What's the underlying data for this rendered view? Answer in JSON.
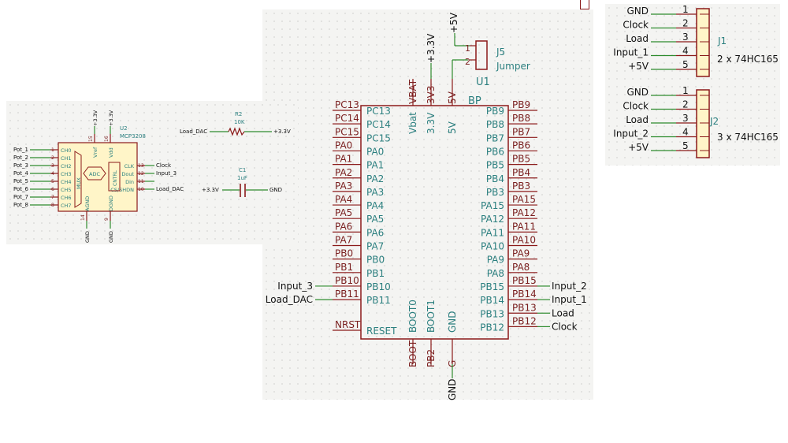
{
  "colors": {
    "wire": "#2e8b2e",
    "pin": "#8b1a1a",
    "pin_text": "#7a1f1f",
    "pin_label": "#2b7f7f",
    "symbol_body_fill": "#fff5c8",
    "net_text": "#111111",
    "sheet_bg": "#f4f4f2"
  },
  "u1": {
    "ref": "U1",
    "value": "BP",
    "top_pins": [
      {
        "name": "VBAT",
        "label": "Vbat"
      },
      {
        "name": "3V3",
        "label": "3.3V"
      },
      {
        "name": "5V",
        "label": "5V"
      }
    ],
    "top_nets": {
      "v33": "+3.3V",
      "v5": "+5V"
    },
    "left_pins": [
      "PC13",
      "PC14",
      "PC15",
      "PA0",
      "PA1",
      "PA2",
      "PA3",
      "PA4",
      "PA5",
      "PA6",
      "PA7",
      "PB0",
      "PB1",
      "PB10",
      "PB11"
    ],
    "nrst": {
      "name": "NRST",
      "label": "RESET"
    },
    "right_pins": [
      "PB9",
      "PB8",
      "PB7",
      "PB6",
      "PB5",
      "PB4",
      "PB3",
      "PA15",
      "PA12",
      "PA11",
      "PA10",
      "PA9",
      "PA8",
      "PB15",
      "PB14",
      "PB13",
      "PB12"
    ],
    "bottom_pins": [
      {
        "name": "BOOT",
        "label": "BOOT0"
      },
      {
        "name": "PB2",
        "label": "BOOT1"
      },
      {
        "name": "G",
        "label": "GND"
      }
    ],
    "gnd_net": "GND",
    "left_nets": {
      "PB10": "Input_3",
      "PB11": "Load_DAC"
    },
    "right_nets": {
      "PB15": "Input_2",
      "PB14": "Input_1",
      "PB13": "Load",
      "PB12": "Clock"
    }
  },
  "j5": {
    "ref": "J5",
    "value": "Jumper",
    "pins": [
      "1",
      "2"
    ]
  },
  "j1": {
    "ref": "J1",
    "value": "2 x 74HC165",
    "pins": [
      "1",
      "2",
      "3",
      "4",
      "5"
    ],
    "nets": [
      "GND",
      "Clock",
      "Load",
      "Input_1",
      "+5V"
    ]
  },
  "j2": {
    "ref": "J2",
    "value": "3 x 74HC165",
    "pins": [
      "1",
      "2",
      "3",
      "4",
      "5"
    ],
    "nets": [
      "GND",
      "Clock",
      "Load",
      "Input_2",
      "+5V"
    ]
  },
  "u2": {
    "ref": "U2",
    "value": "MCP3208",
    "inputs": [
      {
        "net": "Pot_1",
        "num": "1",
        "pin": "CH0"
      },
      {
        "net": "Pot_2",
        "num": "2",
        "pin": "CH1"
      },
      {
        "net": "Pot_3",
        "num": "3",
        "pin": "CH2"
      },
      {
        "net": "Pot_4",
        "num": "4",
        "pin": "CH3"
      },
      {
        "net": "Pot_5",
        "num": "5",
        "pin": "CH4"
      },
      {
        "net": "Pot_6",
        "num": "6",
        "pin": "CH5"
      },
      {
        "net": "Pot_7",
        "num": "7",
        "pin": "CH6"
      },
      {
        "net": "Pot_8",
        "num": "8",
        "pin": "CH7"
      }
    ],
    "outputs": [
      {
        "net": "Clock",
        "num": "13",
        "pin": "CLK"
      },
      {
        "net": "Input_3",
        "num": "12",
        "pin": "Dout"
      },
      {
        "net": "",
        "num": "11",
        "pin": "Din"
      },
      {
        "net": "Load_DAC",
        "num": "10",
        "pin": "CS/SHDN"
      }
    ],
    "top": [
      {
        "net": "+3.3V",
        "num": "15",
        "pin": "Vref"
      },
      {
        "net": "+3.3V",
        "num": "16",
        "pin": "Vdd"
      }
    ],
    "bottom": [
      {
        "net": "GND",
        "num": "14",
        "pin": "AGND"
      },
      {
        "net": "GND",
        "num": "9",
        "pin": "DGND"
      }
    ],
    "inner": {
      "mux": "MUX",
      "adc": "ADC",
      "ctrl": "CNTRL"
    }
  },
  "r2": {
    "ref": "R2",
    "value": "10K",
    "left_net": "Load_DAC",
    "right_net": "+3.3V"
  },
  "c1": {
    "ref": "C1",
    "value": "1uF",
    "left_net": "+3.3V",
    "right_net": "GND"
  }
}
